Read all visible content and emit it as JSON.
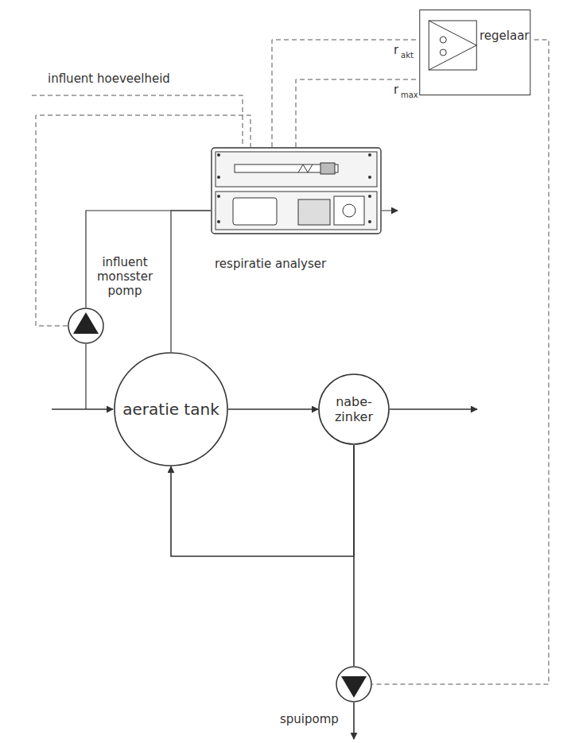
{
  "diagram": {
    "nodes": [
      {
        "text": [
          "aeratie tank"
        ]
      },
      {
        "text": [
          "nabe- zinker"
        ]
      },
      {
        "text": [
          "respiratie analyser"
        ]
      },
      {
        "text": [
          "regelaar"
        ]
      },
      {
        "text": [
          "influent monsster pomp"
        ]
      },
      {
        "text": [
          "spuipomp"
        ]
      }
    ],
    "edges": [
      {
        "from": 4,
        "to": 2,
        "arrow": "none"
      },
      {
        "from": 0,
        "to": 2,
        "arrow": "none"
      },
      {
        "from": 0,
        "to": 1,
        "arrow": "to"
      },
      {
        "from": 1,
        "to": 0,
        "arrow": "to"
      },
      {
        "from": 1,
        "to": 5,
        "arrow": "none"
      },
      {
        "from": 4,
        "to": 2,
        "arrow": "none"
      },
      {
        "from": 2,
        "to": 3,
        "arrow": "none"
      },
      {
        "from": 2,
        "to": 3,
        "arrow": "none"
      },
      {
        "from": 3,
        "to": 5,
        "arrow": "none"
      }
    ],
    "labels": [
      "influent hoeveelheid",
      "r",
      "akt",
      "r",
      "max"
    ]
  }
}
